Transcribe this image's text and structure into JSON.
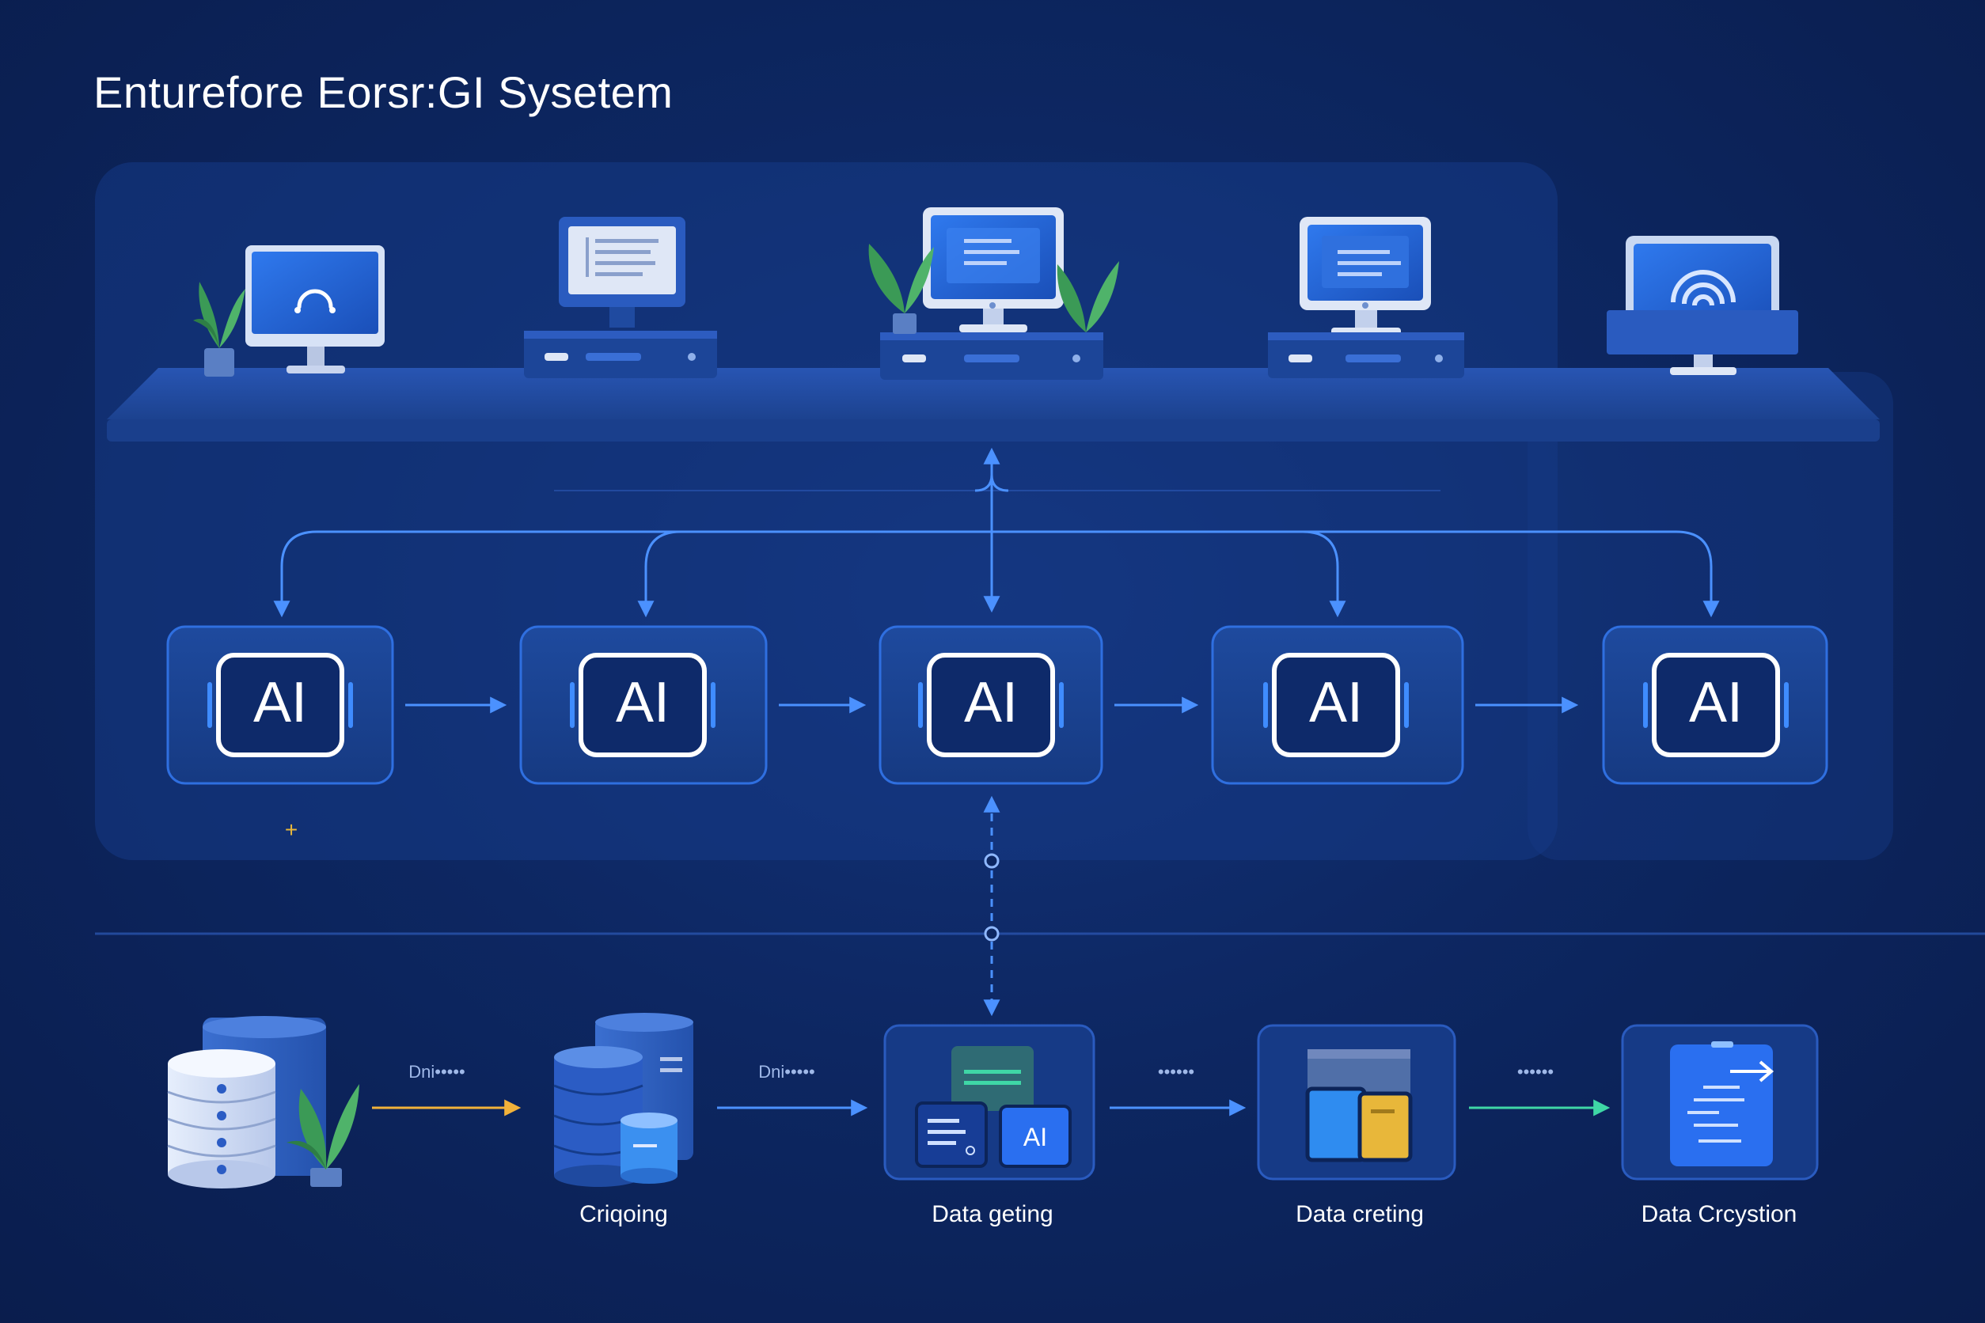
{
  "title": "Enturefore Eorsr:GI Sysetem",
  "ai_nodes": [
    {
      "label": "AI"
    },
    {
      "label": "AI"
    },
    {
      "label": "AI"
    },
    {
      "label": "AI"
    },
    {
      "label": "AI"
    }
  ],
  "top_devices": [
    {
      "icon": "monitor-refresh-icon"
    },
    {
      "icon": "desktop-server-icon"
    },
    {
      "icon": "desktop-server-icon"
    },
    {
      "icon": "desktop-server-icon"
    },
    {
      "icon": "wifi-monitor-icon"
    }
  ],
  "plus_mark": "+",
  "pipeline": {
    "connector_labels": [
      "Dni•••••",
      "Dni•••••",
      "••••••",
      "••••••"
    ],
    "stages": [
      {
        "icon": "database-stack-icon",
        "label": ""
      },
      {
        "icon": "database-cluster-icon",
        "label": "Criqoing"
      },
      {
        "icon": "dashboard-cards-icon",
        "label": "Data geting",
        "badge": "AI"
      },
      {
        "icon": "folder-cards-icon",
        "label": "Data creting"
      },
      {
        "icon": "document-icon",
        "label": "Data Crcystion"
      }
    ]
  },
  "colors": {
    "background": "#0b2154",
    "panel": "#163a86",
    "accent": "#3f8cff",
    "node_border": "#2f6fe0",
    "arrow_orange": "#f2b23a",
    "arrow_green": "#3fd7a6",
    "leaf": "#3b9a56",
    "yellow": "#e8b73a"
  }
}
